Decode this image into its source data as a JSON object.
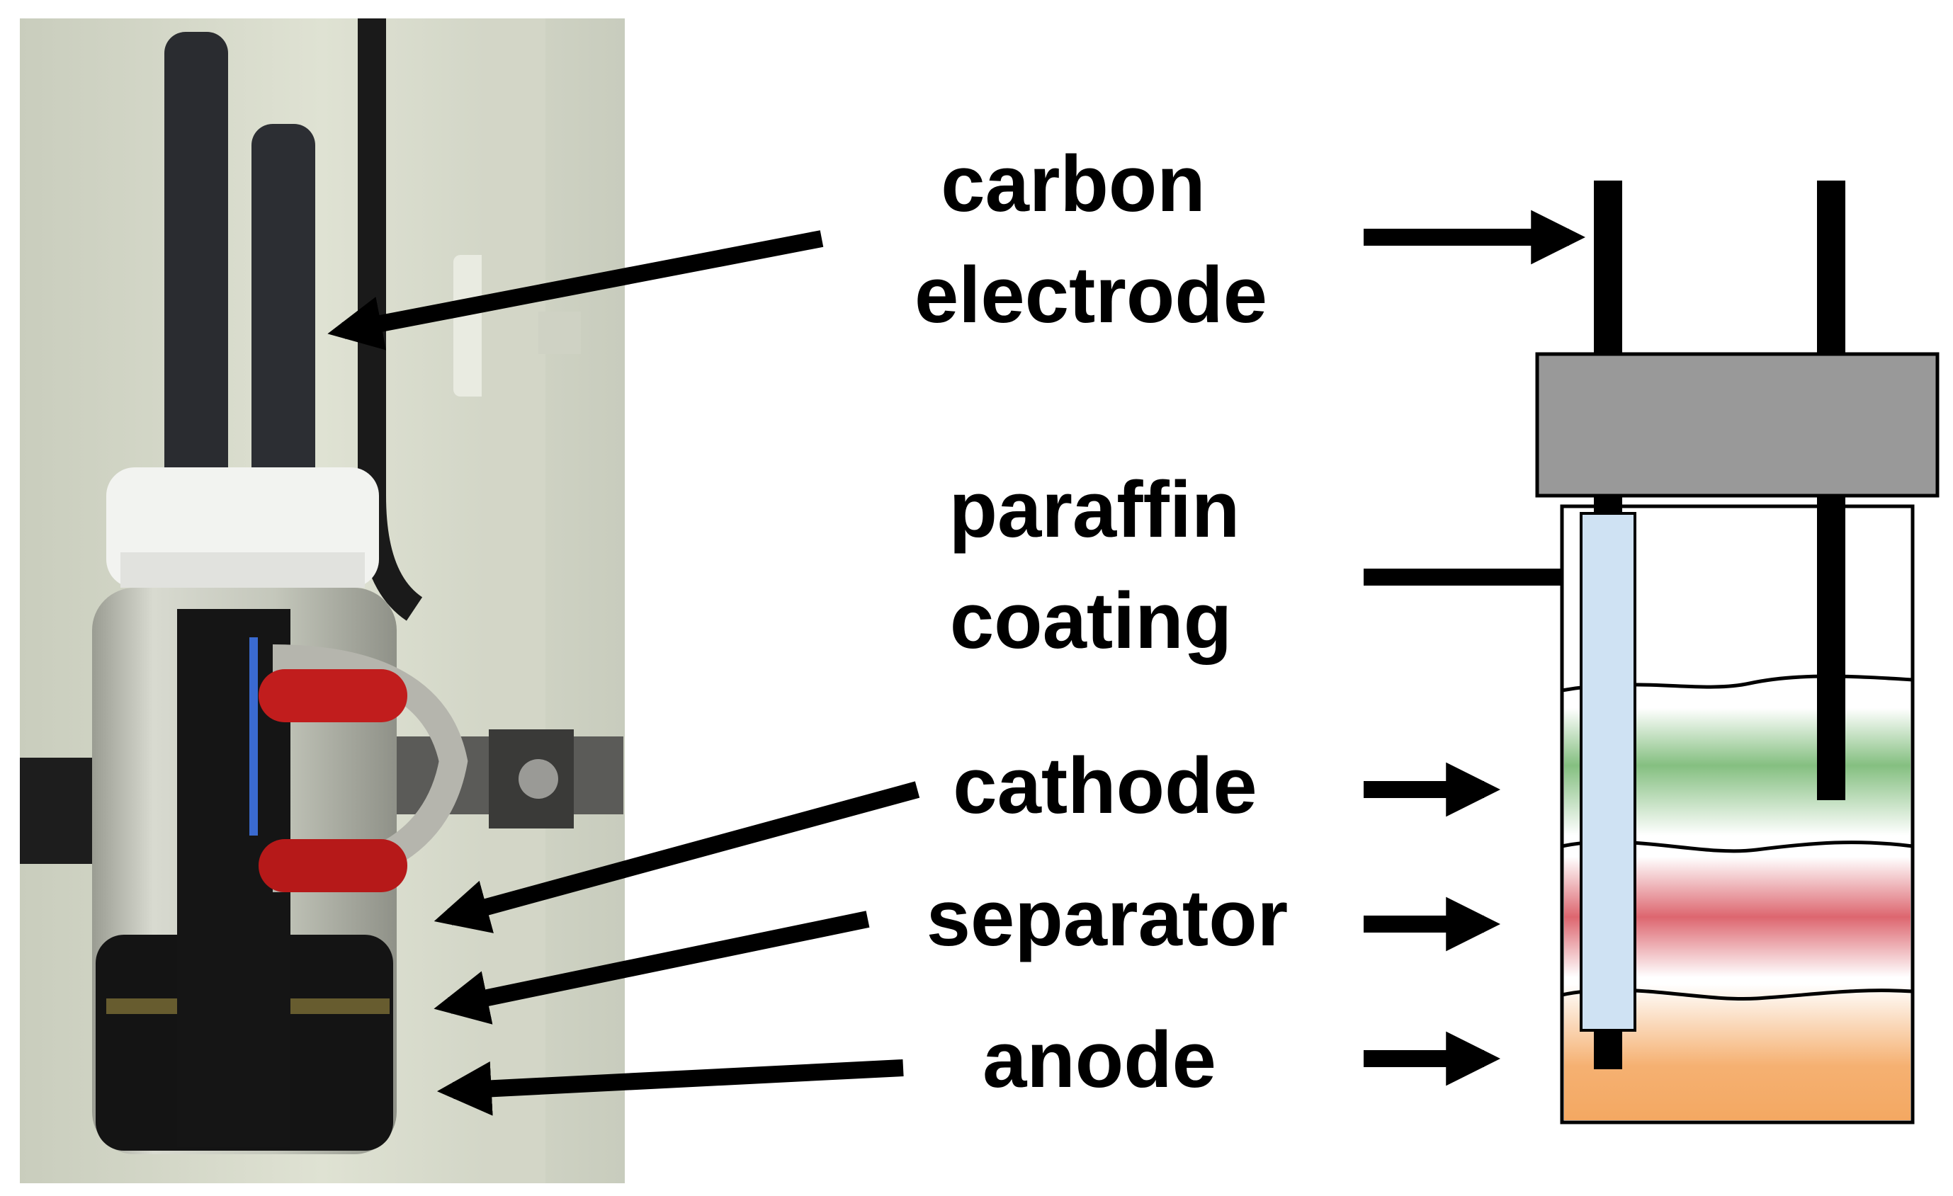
{
  "labels": {
    "carbon_electrode_line1": "carbon",
    "carbon_electrode_line2": "electrode",
    "paraffin_coating_line1": "paraffin",
    "paraffin_coating_line2": "coating",
    "cathode": "cathode",
    "separator": "separator",
    "anode": "anode"
  },
  "colors": {
    "cap_gray": "#999999",
    "paraffin_blue": "#cfe2f3",
    "cathode_green": "#6fb46a",
    "separator_red": "#d9555f",
    "anode_orange": "#f4a862"
  }
}
